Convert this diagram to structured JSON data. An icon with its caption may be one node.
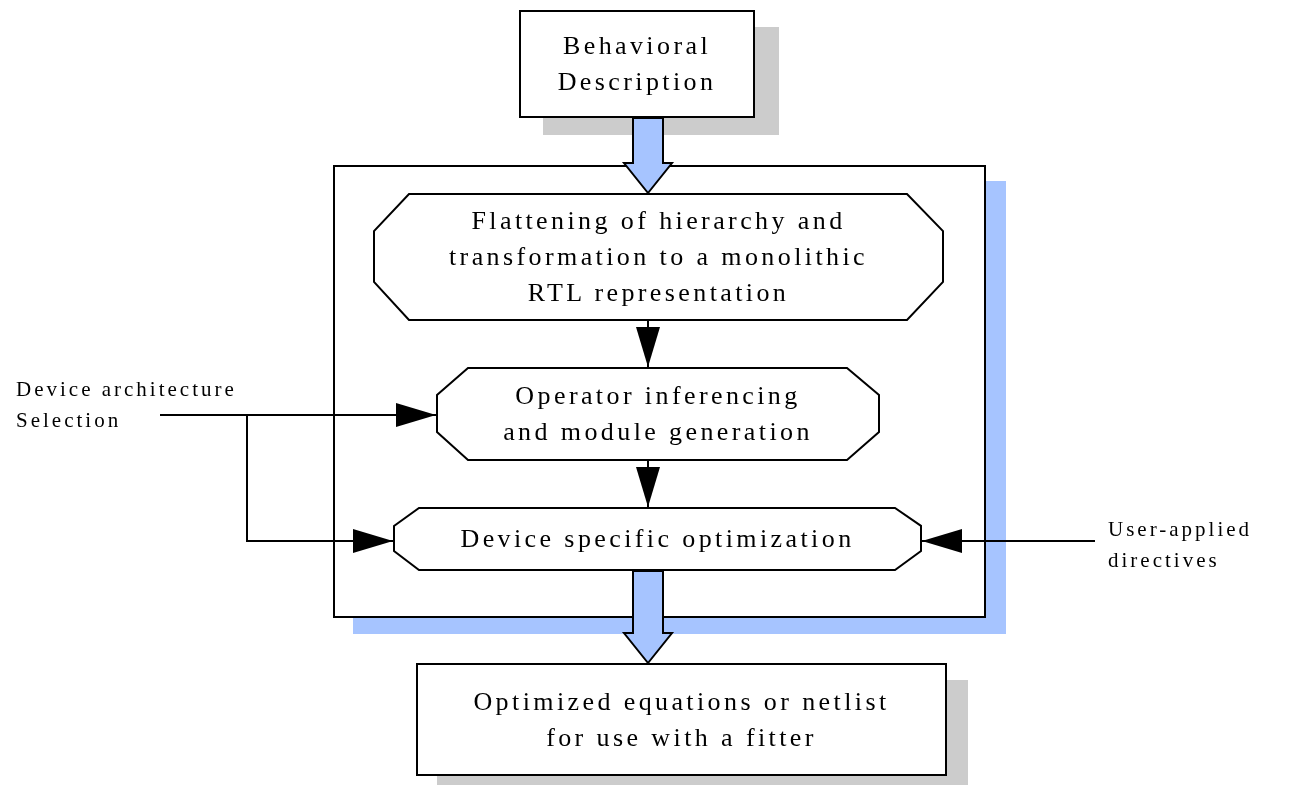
{
  "diagram": {
    "nodes": [
      {
        "text": [
          "Behavioral Description"
        ]
      },
      {
        "text": [],
        "shape": "box"
      },
      {
        "text": [
          "Flattening of hierarchy and transformation to a monolithic RTL representation"
        ],
        "in": 1
      },
      {
        "text": [
          "Operator inferencing and module generation"
        ],
        "in": 1
      },
      {
        "text": [
          "Device specific optimization"
        ],
        "in": 1
      },
      {
        "text": [
          "Optimized equations or netlist for use with a fitter"
        ]
      },
      {
        "text": [
          "Device architecture Selection"
        ]
      },
      {
        "text": [
          "User-applied directives"
        ]
      }
    ],
    "edges": [
      {
        "from": 0,
        "to": 2,
        "arrow": "to",
        "style": "thick",
        "color": "#a6c4ff"
      },
      {
        "from": 2,
        "to": 3,
        "arrow": "to"
      },
      {
        "from": 3,
        "to": 4,
        "arrow": "to"
      },
      {
        "from": 6,
        "to": 3,
        "arrow": "to"
      },
      {
        "from": 6,
        "to": 4,
        "arrow": "to"
      },
      {
        "from": 7,
        "to": 4,
        "arrow": "to"
      },
      {
        "from": 4,
        "to": 5,
        "arrow": "to",
        "style": "thick",
        "color": "#a6c4ff"
      }
    ]
  }
}
